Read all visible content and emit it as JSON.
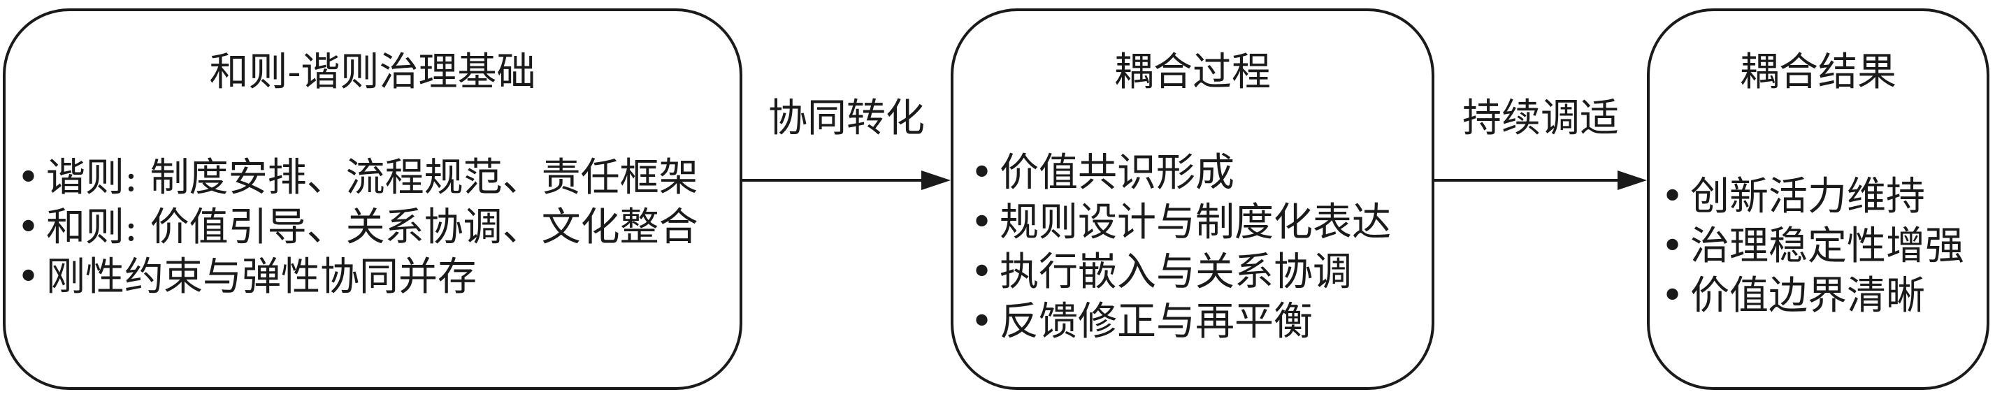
{
  "boxes": [
    {
      "title": "和则-谐则治理基础",
      "items": [
        "谐则: 制度安排、流程规范、责任框架",
        "和则: 价值引导、关系协调、文化整合",
        "刚性约束与弹性协同并存"
      ]
    },
    {
      "title": "耦合过程",
      "items": [
        "价值共识形成",
        "规则设计与制度化表达",
        "执行嵌入与关系协调",
        "反馈修正与再平衡"
      ]
    },
    {
      "title": "耦合结果",
      "items": [
        "创新活力维持",
        "治理稳定性增强",
        "价值边界清晰"
      ]
    }
  ],
  "arrows": [
    {
      "label": "协同转化",
      "from": "和则-谐则治理基础",
      "to": "耦合过程"
    },
    {
      "label": "持续调适",
      "from": "耦合过程",
      "to": "耦合结果"
    }
  ]
}
